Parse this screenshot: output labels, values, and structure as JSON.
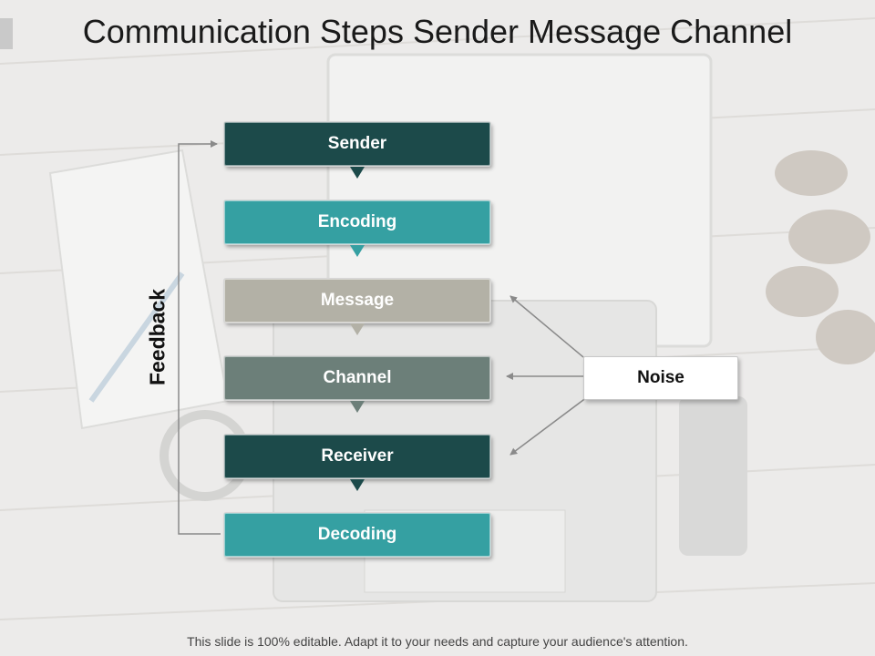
{
  "slide": {
    "title": "Communication Steps Sender Message Channel",
    "footer": "This slide is 100% editable. Adapt it to your needs and capture your audience's attention."
  },
  "steps": [
    {
      "label": "Sender",
      "color": "#1c4a4a"
    },
    {
      "label": "Encoding",
      "color": "#35a0a2"
    },
    {
      "label": "Message",
      "color": "#b3b1a6"
    },
    {
      "label": "Channel",
      "color": "#6c7f79"
    },
    {
      "label": "Receiver",
      "color": "#1c4a4a"
    },
    {
      "label": "Decoding",
      "color": "#35a0a2"
    }
  ],
  "noise": {
    "label": "Noise"
  },
  "feedback": {
    "label": "Feedback"
  },
  "colors": {
    "connector": "#8a8a8a",
    "pointer": "#1c4a4a"
  }
}
